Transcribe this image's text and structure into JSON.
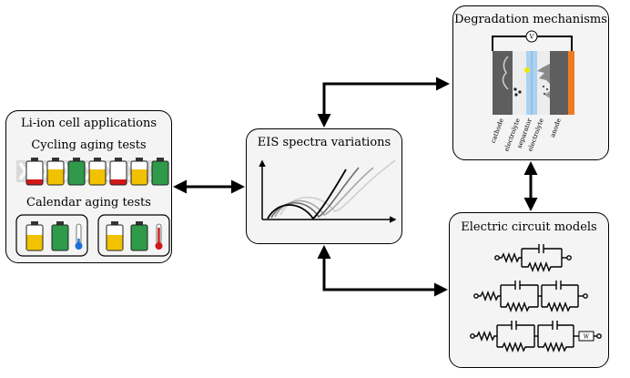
{
  "left": {
    "title": "Li-ion cell applications",
    "cycling_title": "Cycling aging tests",
    "calendar_title": "Calendar aging tests"
  },
  "center": {
    "title": "EIS spectra variations"
  },
  "top_right": {
    "title": "Degradation mechanisms",
    "voltmeter": "V",
    "layers": [
      "cathode",
      "electrolyte",
      "separator",
      "electrolyte",
      "anode"
    ]
  },
  "bottom_right": {
    "title": "Electric circuit models",
    "warburg": "W"
  },
  "colors": {
    "box_fill": "#f4f4f4",
    "battery_yellow": "#f2c200",
    "battery_green": "#2e9a4a",
    "battery_red": "#d01818",
    "anode_orange": "#f07a20",
    "separator_blue": "#a9d2f0"
  }
}
